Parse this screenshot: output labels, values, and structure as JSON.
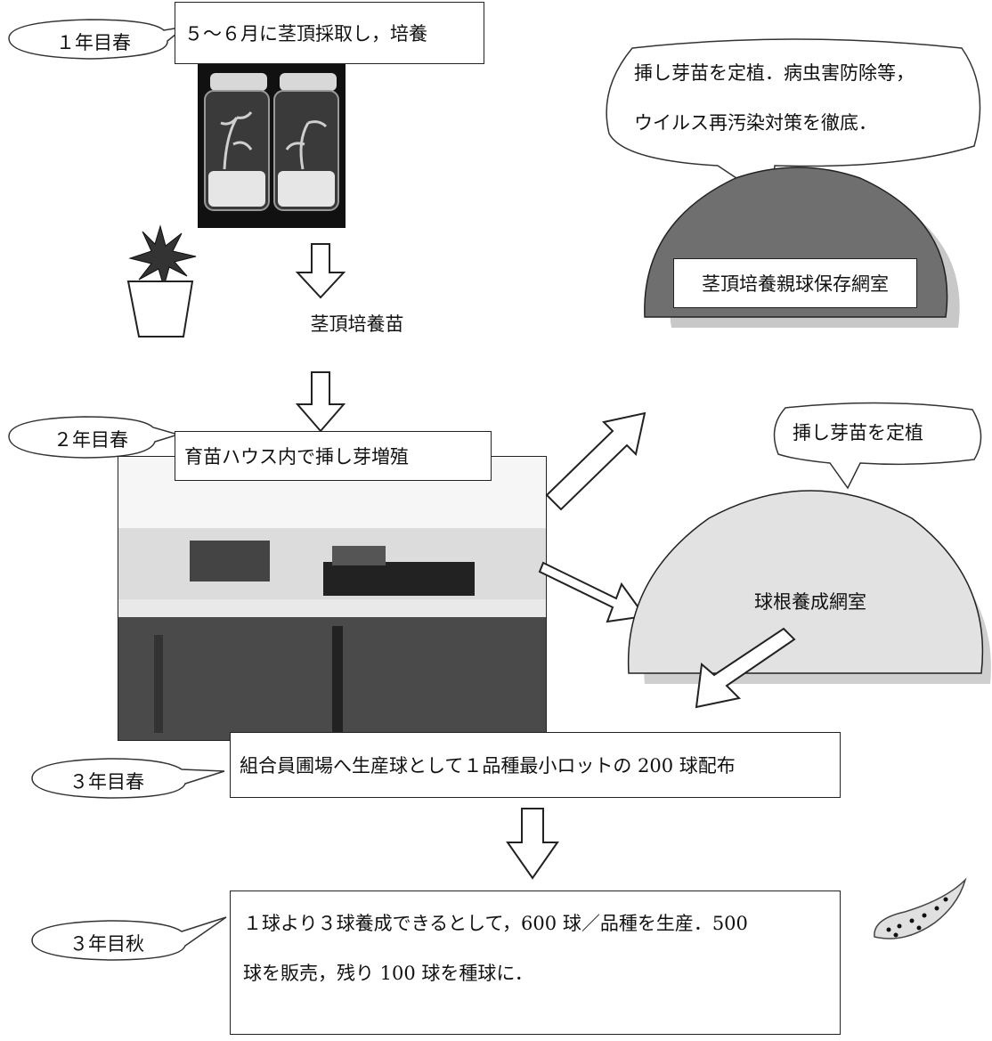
{
  "year_labels": {
    "y1_spring": "１年目春",
    "y2_spring": "２年目春",
    "y3_spring": "３年目春",
    "y3_autumn": "３年目秋"
  },
  "step1": {
    "text": "５～６月に茎頂採取し，培養"
  },
  "photo1": {
    "name": "culture-jars-photo"
  },
  "seedling_label": "茎頂培養苗",
  "callout_top_right": {
    "line1": "挿し芽苗を定植．病虫害防除等，",
    "line2": "ウイルス再汚染対策を徹底．"
  },
  "net_room_1": {
    "label": "茎頂培養親球保存網室",
    "fill": "#6f6f6f"
  },
  "step2": {
    "text": "育苗ハウス内で挿し芽増殖"
  },
  "callout_right": {
    "text": "挿し芽苗を定植"
  },
  "net_room_2": {
    "label": "球根養成網室",
    "fill": "#e2e2e2"
  },
  "step3": {
    "text": "組合員圃場へ生産球として１品種最小ロットの 200 球配布"
  },
  "step4": {
    "line1": "１球より３球養成できるとして，600 球／品種を生産．500",
    "line2": "球を販売，残り 100 球を種球に．"
  }
}
